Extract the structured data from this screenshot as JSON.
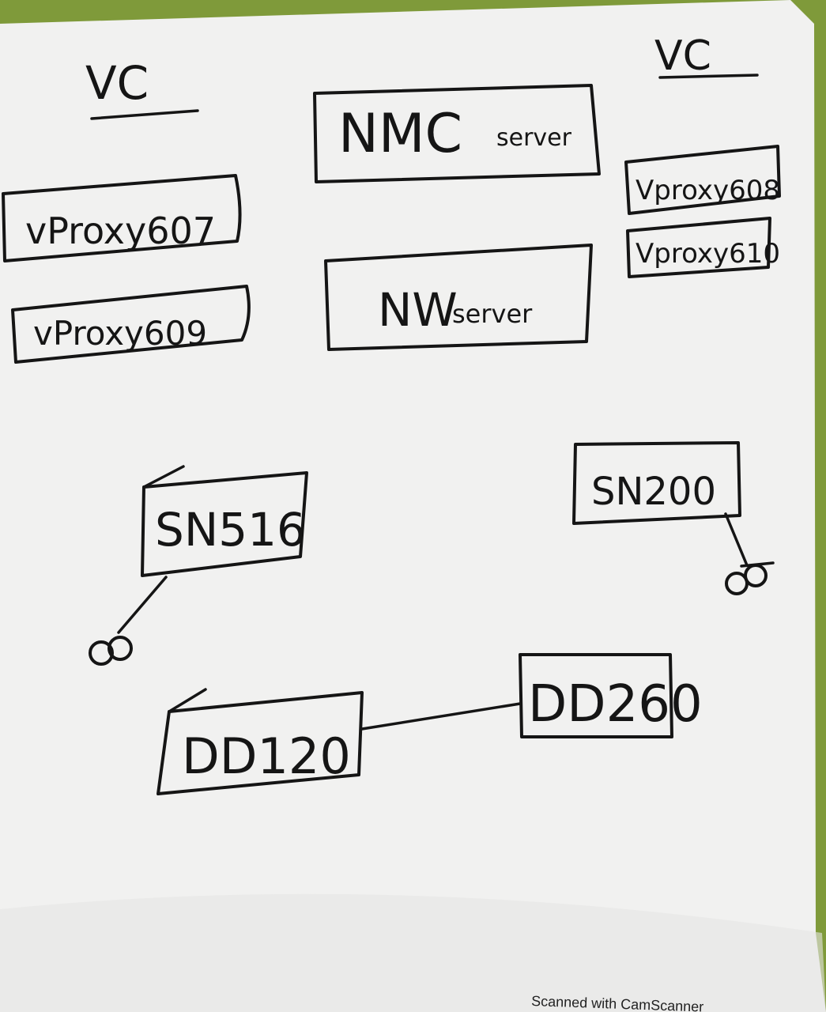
{
  "diagram": {
    "vc_left_label": "VC",
    "vc_right_label": "VC",
    "nodes": {
      "nmc_server": {
        "main": "NMC",
        "suffix": "server"
      },
      "nw_server": {
        "main": "NW",
        "suffix": "server"
      },
      "vproxy607": "vProxy607",
      "vproxy609": "vProxy609",
      "vproxy608": "Vproxy608",
      "vproxy610": "Vproxy610",
      "sn516": "SN516",
      "sn200": "SN200",
      "dd120": "DD120",
      "dd260": "DD260"
    },
    "edges": [
      {
        "from": "dd120",
        "to": "dd260"
      },
      {
        "from": "sn516",
        "to": "tape-reels-left"
      },
      {
        "from": "sn200",
        "to": "tape-reels-right"
      }
    ]
  },
  "footer": {
    "scanner_watermark": "Scanned with CamScanner"
  }
}
